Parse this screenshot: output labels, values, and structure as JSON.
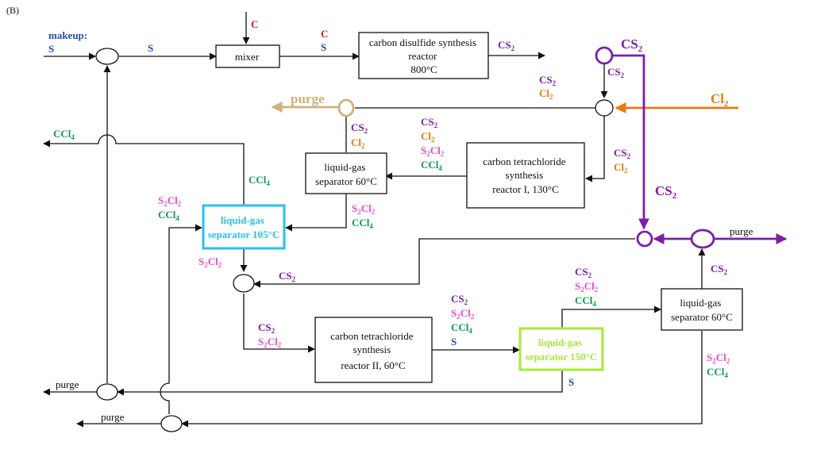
{
  "panel_label": "(B)",
  "colors": {
    "line": "#111111",
    "cs2": "#7a1fa8",
    "cl2": "#e87a10",
    "purge_tan": "#cdb27a",
    "s": "#1f4fbf",
    "c": "#d01818",
    "ccl4": "#0e9a56",
    "s2cl2": "#e64ec8",
    "sep105": "#28c0ee",
    "sep150": "#a8e838"
  },
  "units": {
    "mixer": [
      "mixer"
    ],
    "cs2_reactor": [
      "carbon disulfide synthesis",
      "reactor",
      "800°C"
    ],
    "ccl4_reactor_1": [
      "carbon tetrachloride",
      "synthesis",
      "reactor I, 130°C"
    ],
    "sep60_top": [
      "liquid-gas",
      "separator 60°C"
    ],
    "sep105": [
      "liquid-gas",
      "separator 105°C"
    ],
    "ccl4_reactor_2": [
      "carbon tetrachloride",
      "synthesis",
      "reactor II, 60°C"
    ],
    "sep150": [
      "liquid-gas",
      "separator 150°C"
    ],
    "sep60_right": [
      "liquid-gas",
      "separator 60°C"
    ]
  },
  "labels": {
    "makeup": "makeup:",
    "s": "S",
    "c": "C",
    "cs2": "CS",
    "cl2": "Cl",
    "ccl4": "CCl",
    "s2cl2_a": "S",
    "s2cl2_b": "Cl",
    "sub2": "2",
    "sub4": "4",
    "purge": "purge"
  }
}
